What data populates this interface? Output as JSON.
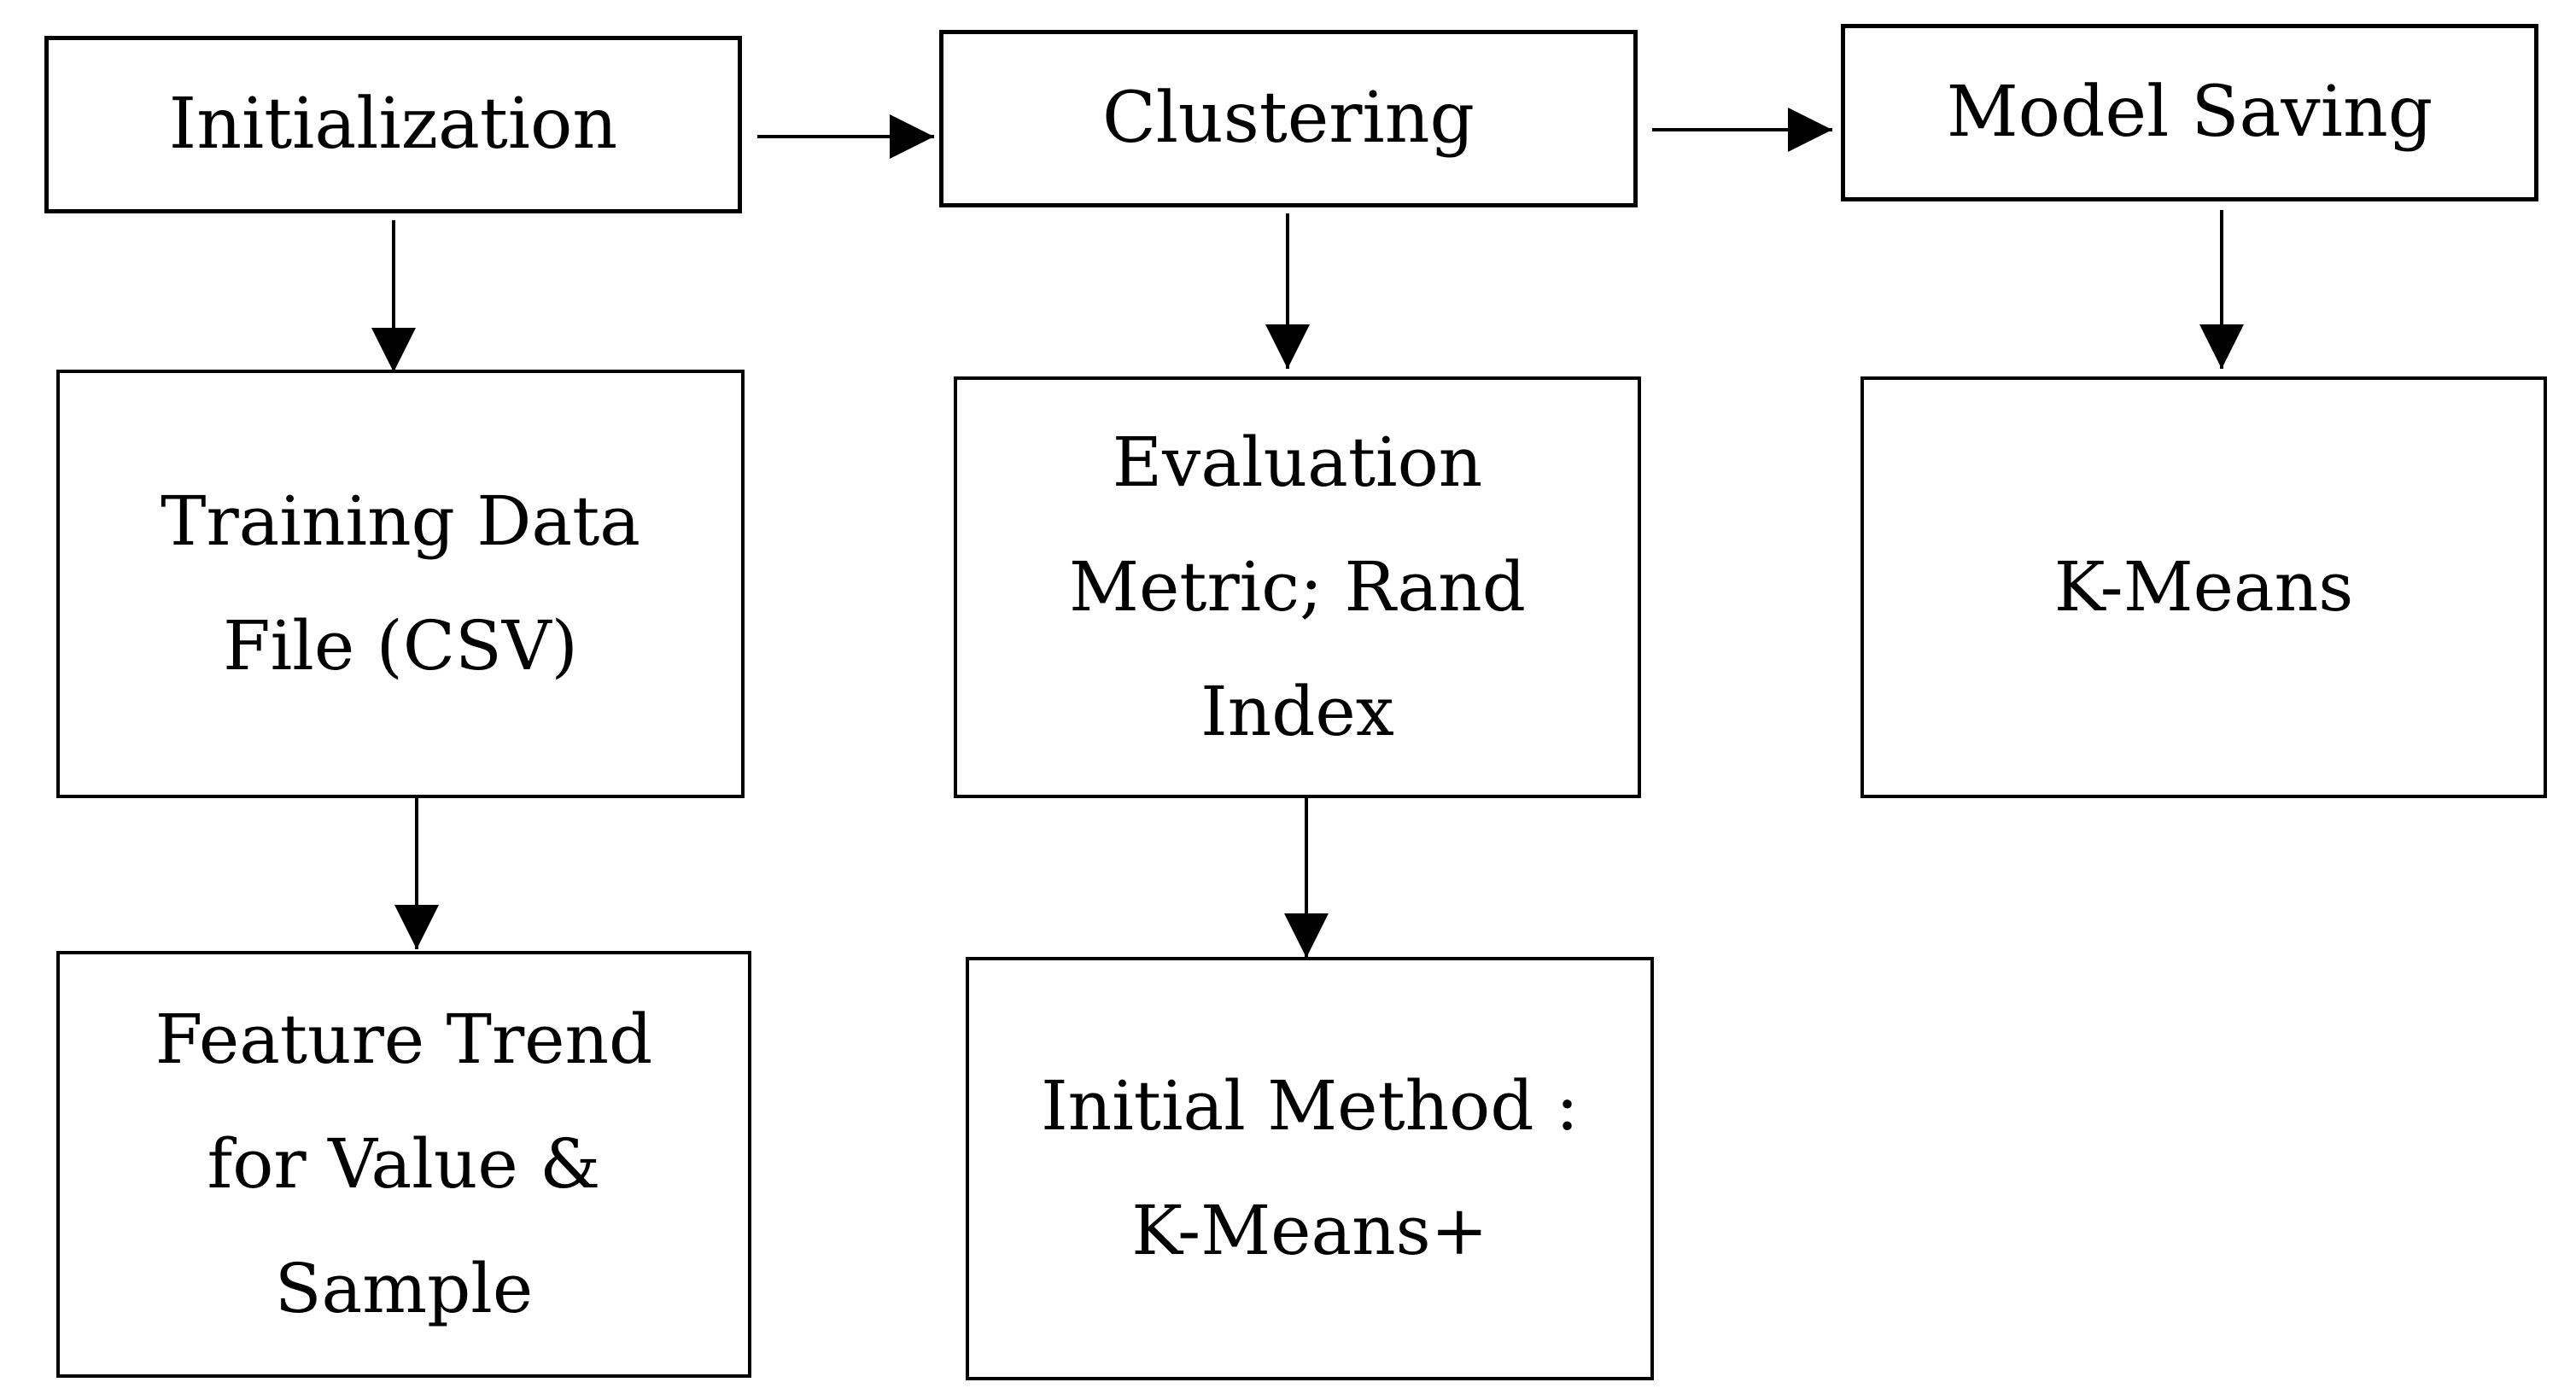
{
  "diagram": {
    "type": "flowchart",
    "nodes": {
      "initialization": "Initialization",
      "clustering": "Clustering",
      "model_saving": "Model Saving",
      "training_data": "Training Data\nFile (CSV)",
      "evaluation": "Evaluation\nMetric; Rand\nIndex",
      "k_means": "K-Means",
      "feature_trend": "Feature Trend\nfor Value &\nSample",
      "initial_method": "Initial Method :\nK-Means+"
    },
    "edges": [
      {
        "from": "initialization",
        "to": "clustering"
      },
      {
        "from": "clustering",
        "to": "model_saving"
      },
      {
        "from": "initialization",
        "to": "training_data"
      },
      {
        "from": "clustering",
        "to": "evaluation"
      },
      {
        "from": "model_saving",
        "to": "k_means"
      },
      {
        "from": "training_data",
        "to": "feature_trend"
      },
      {
        "from": "evaluation",
        "to": "initial_method"
      }
    ]
  }
}
